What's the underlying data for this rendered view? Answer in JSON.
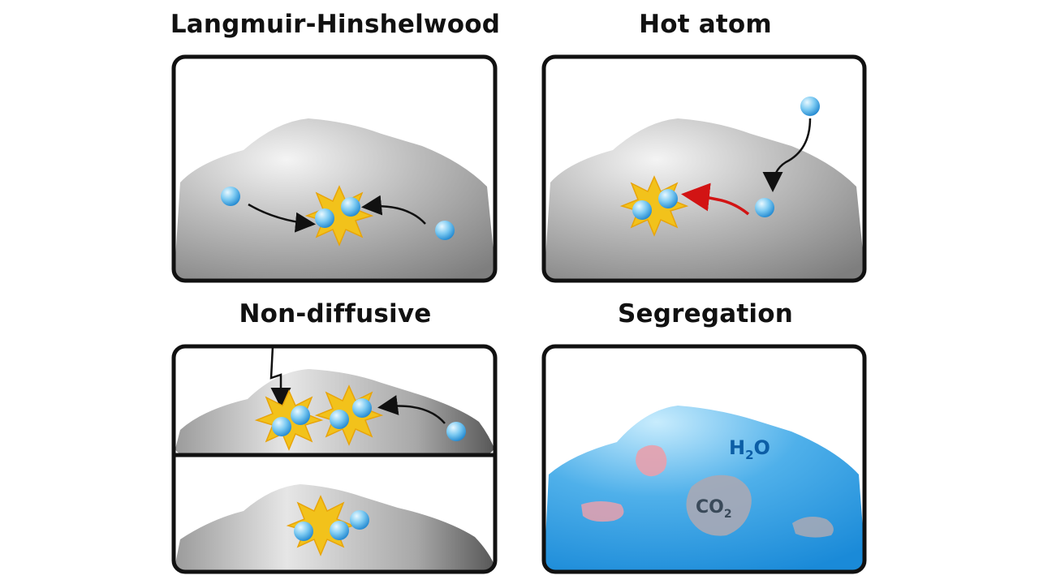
{
  "panels": [
    {
      "id": "lh",
      "title": "Langmuir-Hinshelwood"
    },
    {
      "id": "hot",
      "title": "Hot atom"
    },
    {
      "id": "nd",
      "title": "Non-diffusive"
    },
    {
      "id": "seg",
      "title": "Segregation",
      "labels": {
        "h2o_main": "H",
        "h2o_sub": "2",
        "h2o_tail": "O",
        "co2_main": "CO",
        "co2_sub": "2"
      }
    }
  ],
  "colors": {
    "frame": "#111111",
    "rock_dark": "#8a8a8a",
    "rock_light": "#f2f2f2",
    "atom_light": "#bfeaff",
    "atom_dark": "#2a8fd6",
    "star_fill": "#f2c21b",
    "star_stroke": "#e8a40a",
    "arrow": "#111111",
    "hot_arrow": "#d21414",
    "ice_blue": "#1e90de",
    "ice_light": "#b9e3fb",
    "co2_patch": "#a9a9b5",
    "pink_patch": "#e8a0ad",
    "label_blue": "#0c5ea6",
    "label_dark": "#3a4a5a"
  }
}
